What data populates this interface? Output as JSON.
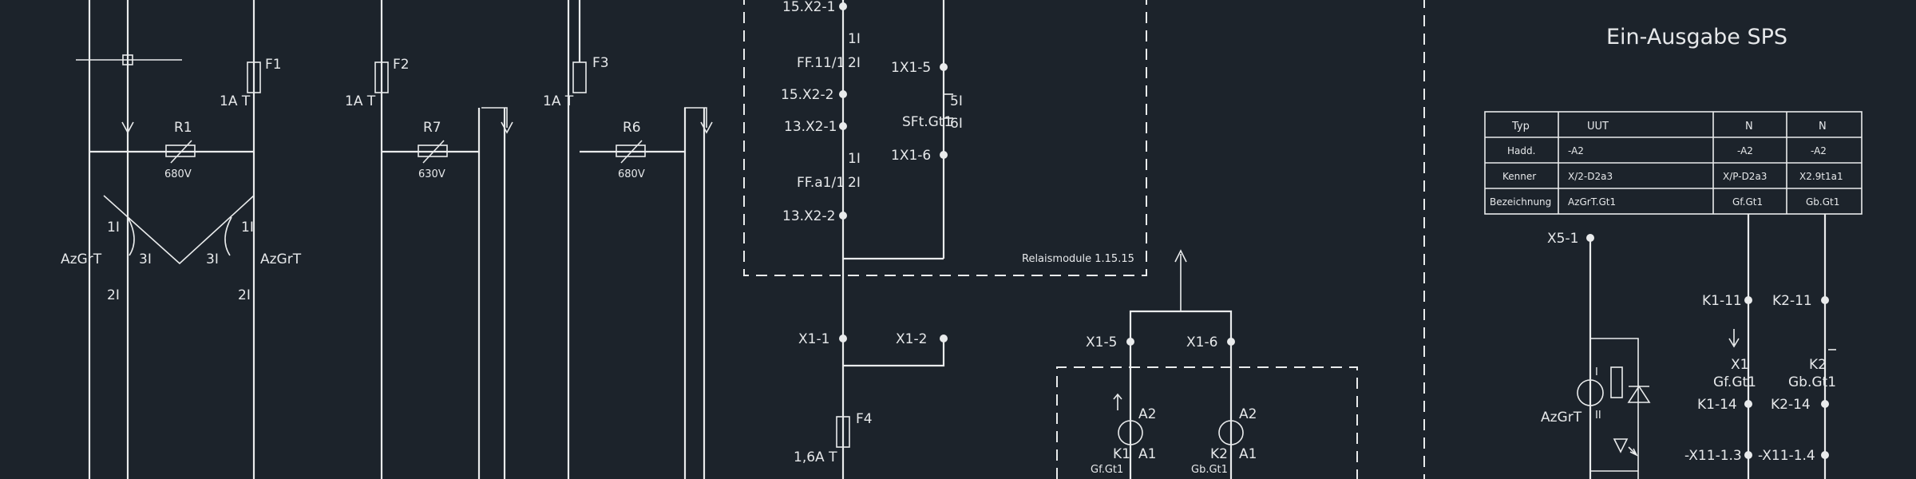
{
  "title": "Ein-Ausgabe SPS",
  "left": {
    "fuses": [
      "F1",
      "F2",
      "F3"
    ],
    "fuse_ratings": [
      "1A T",
      "1A T",
      "1A T"
    ],
    "resistors": [
      "R1",
      "R7",
      "R6"
    ],
    "resistor_values": [
      "680V",
      "630V",
      "680V"
    ],
    "coil_label": "AzGrT",
    "pin_11": "1I",
    "pin_31": "3I",
    "pin_21": "2I"
  },
  "mid": {
    "top_labels": [
      "15.X2-1",
      "FF.11/1",
      "15.X2-2",
      "13.X2-1",
      "FF.a1/1",
      "13.X2-2"
    ],
    "pin_1": "1I",
    "pin_2": "2I",
    "x1_5": "1X1-5",
    "x1_6": "1X1-6",
    "relay_label": "SFt.Gt1",
    "relay_pins": [
      "5I",
      "6I"
    ],
    "module_label": "Relaismodule 1.15.15",
    "x1_1": "X1-1",
    "x1_2": "X1-2",
    "fuse4": "F4",
    "fuse4_rating": "1,6A T"
  },
  "lamps": {
    "terminals": [
      "X1-5",
      "X1-6"
    ],
    "a2": "A2",
    "a1": "A1",
    "k1": "K1",
    "k1_sub": "Gf.Gt1",
    "k2": "K2",
    "k2_sub": "Gb.Gt1"
  },
  "table": {
    "header": [
      "Typ",
      "UUT",
      "N",
      "N"
    ],
    "rows": [
      [
        "Hadd.",
        "-A2",
        "-A2",
        "-A2"
      ],
      [
        "Kenner",
        "X/2-D2a3",
        "X/P-D2a3",
        "X2.9t1a1"
      ],
      [
        "Bezeichnung",
        "AzGrT.Gt1",
        "Gf.Gt1",
        "Gb.Gt1"
      ]
    ]
  },
  "right": {
    "x5_1": "X5-1",
    "coil_label": "AzGrT",
    "coil_pins": [
      "I",
      "II"
    ],
    "k1_11": "K1-11",
    "k2_11": "K2-11",
    "k1": "X1",
    "k1_sub": "Gf.Gt1",
    "k2": "K2",
    "k2_sub": "Gb.Gt1",
    "k1_14": "K1-14",
    "k2_14": "K2-14",
    "x11_3": "-X11-1.3",
    "x11_4": "-X11-1.4"
  }
}
